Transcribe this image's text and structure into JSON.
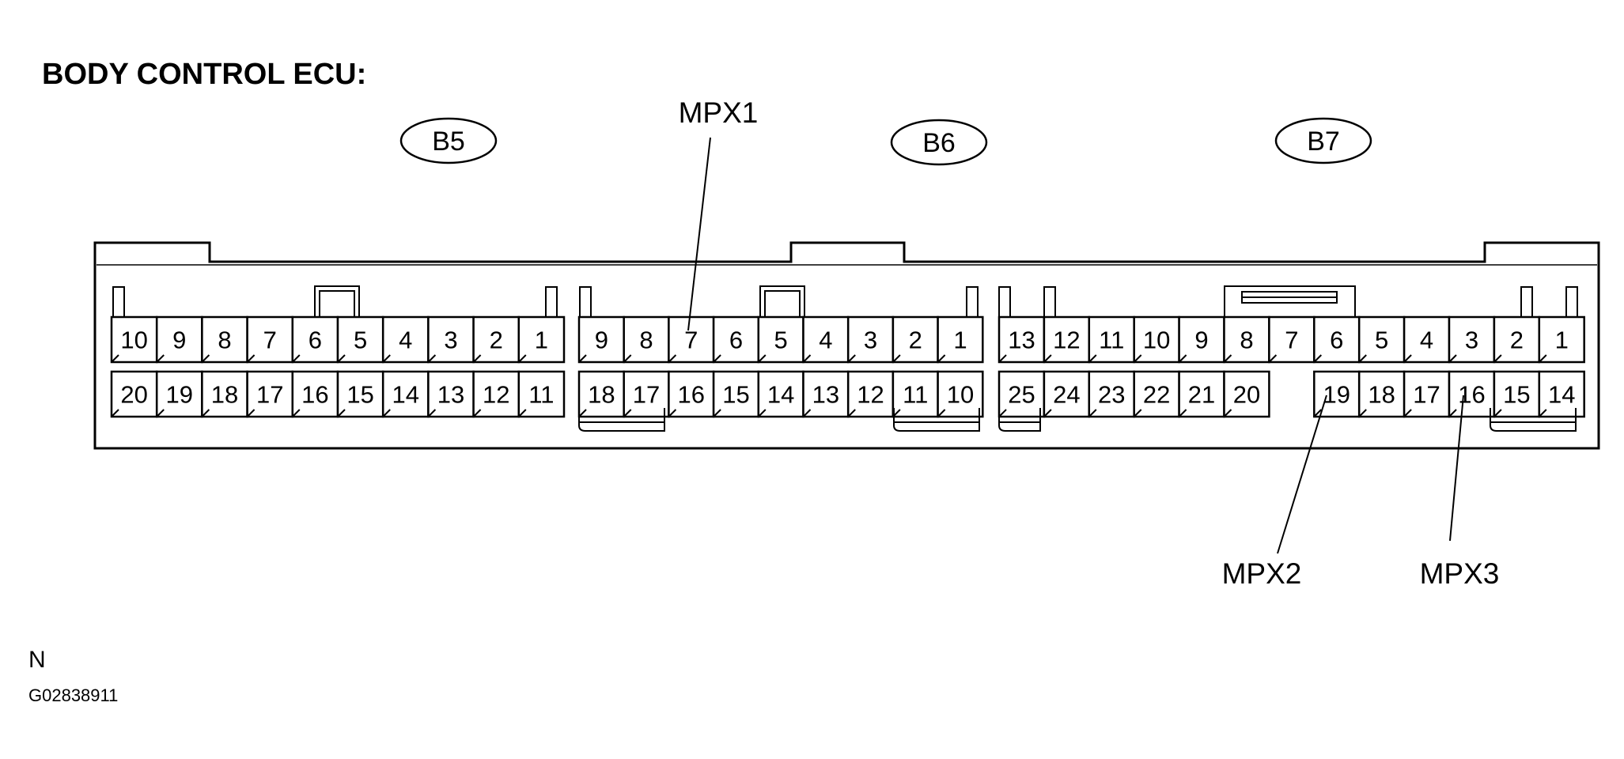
{
  "title": "BODY CONTROL ECU:",
  "connectors": [
    {
      "name": "B5",
      "top_row": [
        "10",
        "9",
        "8",
        "7",
        "6",
        "5",
        "4",
        "3",
        "2",
        "1"
      ],
      "bottom_row": [
        "20",
        "19",
        "18",
        "17",
        "16",
        "15",
        "14",
        "13",
        "12",
        "11"
      ]
    },
    {
      "name": "B6",
      "top_row": [
        "9",
        "8",
        "7",
        "6",
        "5",
        "4",
        "3",
        "2",
        "1"
      ],
      "bottom_row": [
        "18",
        "17",
        "16",
        "15",
        "14",
        "13",
        "12",
        "11",
        "10"
      ]
    },
    {
      "name": "B7",
      "top_row": [
        "13",
        "12",
        "11",
        "10",
        "9",
        "8",
        "7",
        "6",
        "5",
        "4",
        "3",
        "2",
        "1"
      ],
      "bottom_row": [
        "25",
        "24",
        "23",
        "22",
        "21",
        "20",
        "",
        "19",
        "18",
        "17",
        "16",
        "15",
        "14"
      ]
    }
  ],
  "callouts": [
    {
      "label": "MPX1",
      "connector": "B6",
      "pin": "7"
    },
    {
      "label": "MPX2",
      "connector": "B7",
      "pin": "19"
    },
    {
      "label": "MPX3",
      "connector": "B7",
      "pin": "16"
    }
  ],
  "footer": {
    "mark": "N",
    "code": "G02838911"
  }
}
